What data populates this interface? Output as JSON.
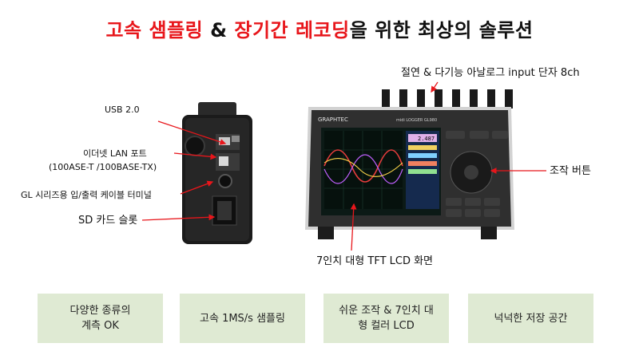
{
  "title": {
    "part1": "고속 샘플링",
    "part2": " & ",
    "part3": "장기간 레코딩",
    "part4": "을 위한 최상의 솔루션"
  },
  "colors": {
    "accent_red": "#e8161b",
    "box_green": "#dfead3"
  },
  "callouts": {
    "usb": "USB 2.0",
    "lan_line1": "이더넷 LAN 포트",
    "lan_line2": "(100ASE-T /100BASE-TX)",
    "gl_terminal": "GL 시리즈용 입/출력 케이블 터미널",
    "sd_slot": "SD 카드 슬롯",
    "inputs": "절연 & 다기능 아날로그 input 단자 8ch",
    "buttons": "조작 버튼",
    "display": "7인치 대형 TFT LCD 화면"
  },
  "device": {
    "brand": "GRAPHTEC",
    "model": "midi LOGGER GL980",
    "screen_value": "2.487"
  },
  "features": [
    "다양한 종류의\n계측 OK",
    "고속 1MS/s 샘플링",
    "쉬운 조작 & 7인치 대\n형 컬러 LCD",
    "넉넉한 저장 공간"
  ]
}
